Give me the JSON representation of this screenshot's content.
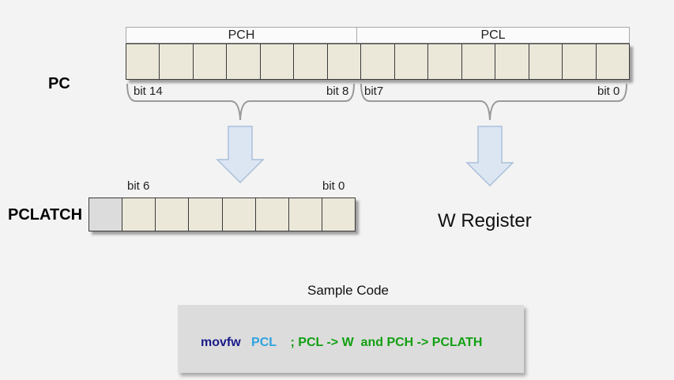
{
  "pc": {
    "label": "PC",
    "pch_label": "PCH",
    "pcl_label": "PCL",
    "bit14": "bit 14",
    "bit8": "bit 8",
    "bit7": "bit7",
    "bit0": "bit 0"
  },
  "pclatch": {
    "label": "PCLATCH",
    "bit6": "bit 6",
    "bit0": "bit 0"
  },
  "w_register": "W Register",
  "sample_code": {
    "title": "Sample Code",
    "instruction": "movfw",
    "operand": "PCL",
    "comment": "; PCL -> W  and PCH -> PCLATH",
    "colors": {
      "instruction": "#1a1a8a",
      "operand": "#2ea3e0",
      "comment": "#12a012"
    }
  },
  "colors": {
    "cell": "#ebe8da",
    "arrow_fill": "#dce6f3",
    "arrow_stroke": "#a9bfd9",
    "brace": "#9a9a9a"
  }
}
